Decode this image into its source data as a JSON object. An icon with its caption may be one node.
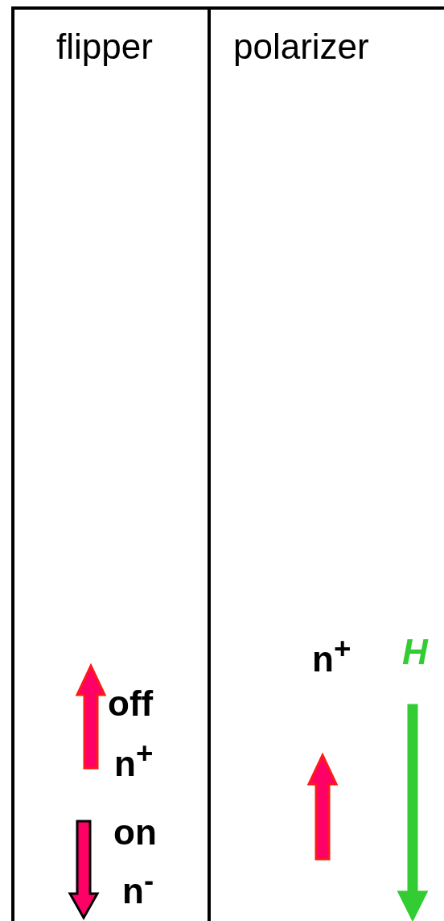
{
  "diagram": {
    "nodes": [
      {
        "text": [
          "flipper"
        ]
      },
      {
        "text": [
          "polarizer"
        ]
      }
    ],
    "labels": [
      "off",
      "n$^{+}$",
      "on",
      "n$^{-}$",
      "n$^{+}$",
      "H"
    ]
  }
}
